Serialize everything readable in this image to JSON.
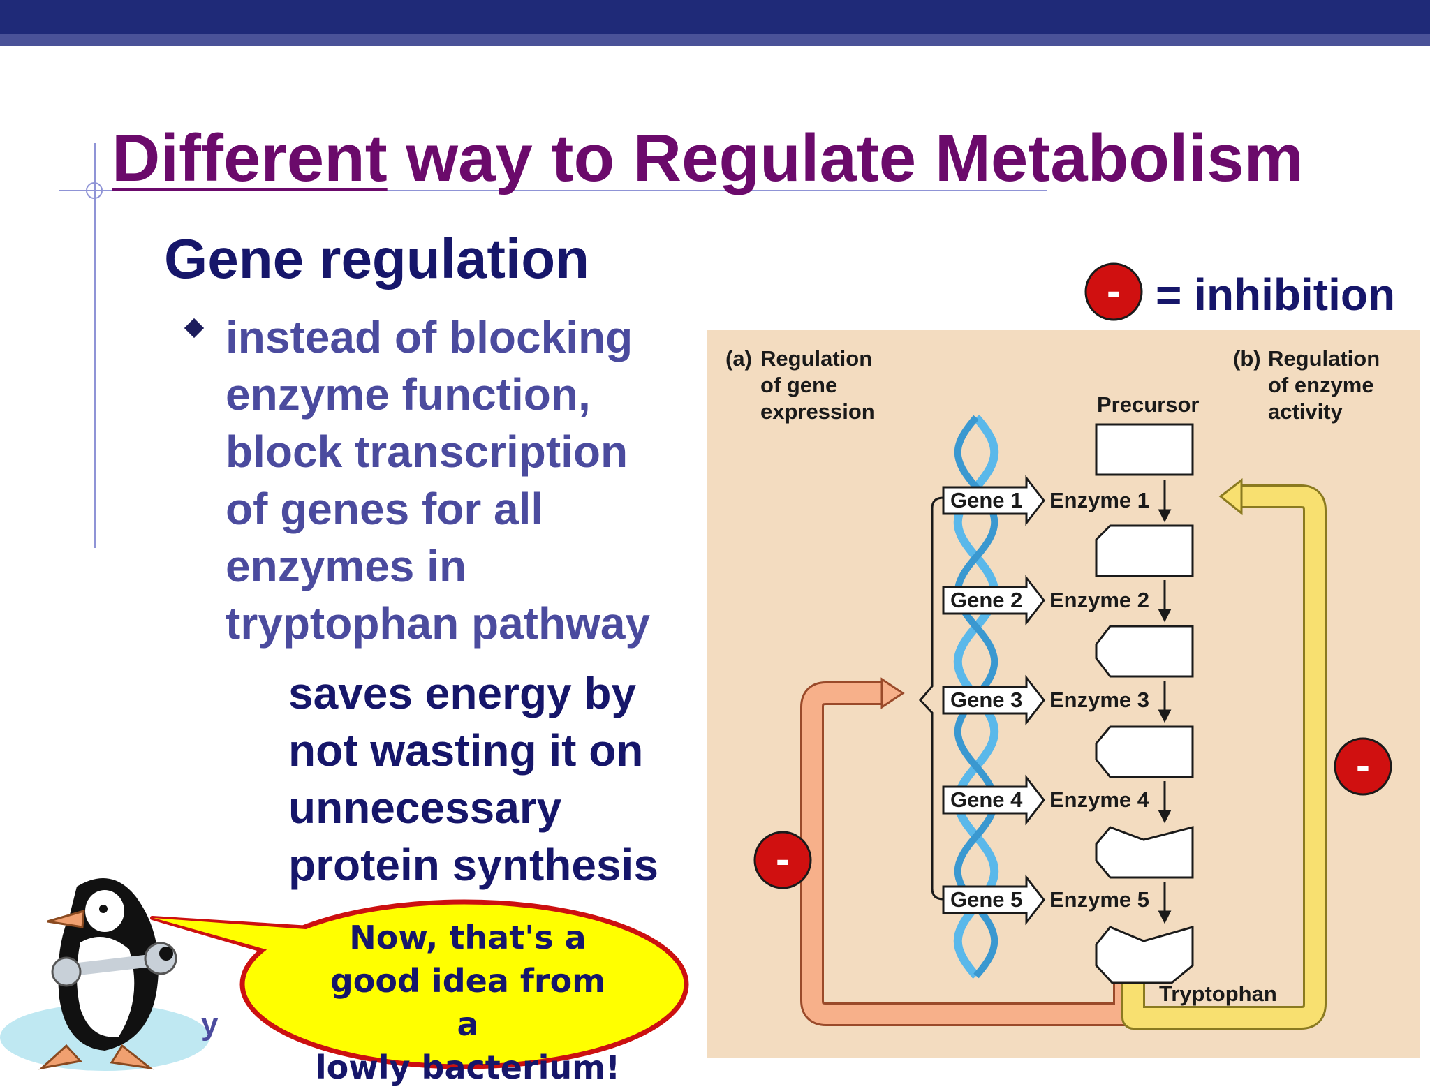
{
  "slide": {
    "title_underlined": "Different",
    "title_rest": " way to Regulate Metabolism",
    "heading": "Gene regulation",
    "bullet_lines": [
      "instead of blocking",
      "enzyme function,",
      "block transcription",
      "of genes for all",
      "enzymes in",
      "tryptophan pathway"
    ],
    "sub_lines": [
      "saves energy by",
      "not wasting it on",
      "unnecessary",
      "protein synthesis"
    ],
    "inhibition_symbol": "-",
    "inhibition_label": "= inhibition",
    "stray_letter": "y"
  },
  "diagram": {
    "panel_a_letter": "(a)",
    "panel_a_lines": [
      "Regulation",
      "of gene",
      "expression"
    ],
    "panel_b_letter": "(b)",
    "panel_b_lines": [
      "Regulation",
      "of enzyme",
      "activity"
    ],
    "precursor": "Precursor",
    "product": "Tryptophan",
    "genes": [
      "Gene 1",
      "Gene 2",
      "Gene 3",
      "Gene 4",
      "Gene 5"
    ],
    "enzymes": [
      "Enzyme 1",
      "Enzyme 2",
      "Enzyme 3",
      "Enzyme 4",
      "Enzyme 5"
    ],
    "inhibition_marks": [
      "-",
      "-"
    ]
  },
  "cartoon": {
    "speech_lines": [
      "Now, that's a",
      "good idea from a",
      "lowly bacterium!"
    ]
  },
  "colors": {
    "title": "#6b0a6b",
    "heading": "#16166a",
    "bullet": "#4b4b9e",
    "inhibition_red": "#d01010",
    "diagram_bg": "#f3dcc0",
    "feedback_orange": "#f7b08a",
    "feedback_yellow": "#f8e070",
    "dna_blue": "#5ab8ea",
    "speech_yellow": "#ffff00"
  },
  "icons": [
    "penguin-mascot-icon",
    "wrench-icon",
    "inhibition-circle-icon",
    "dna-helix-icon"
  ]
}
